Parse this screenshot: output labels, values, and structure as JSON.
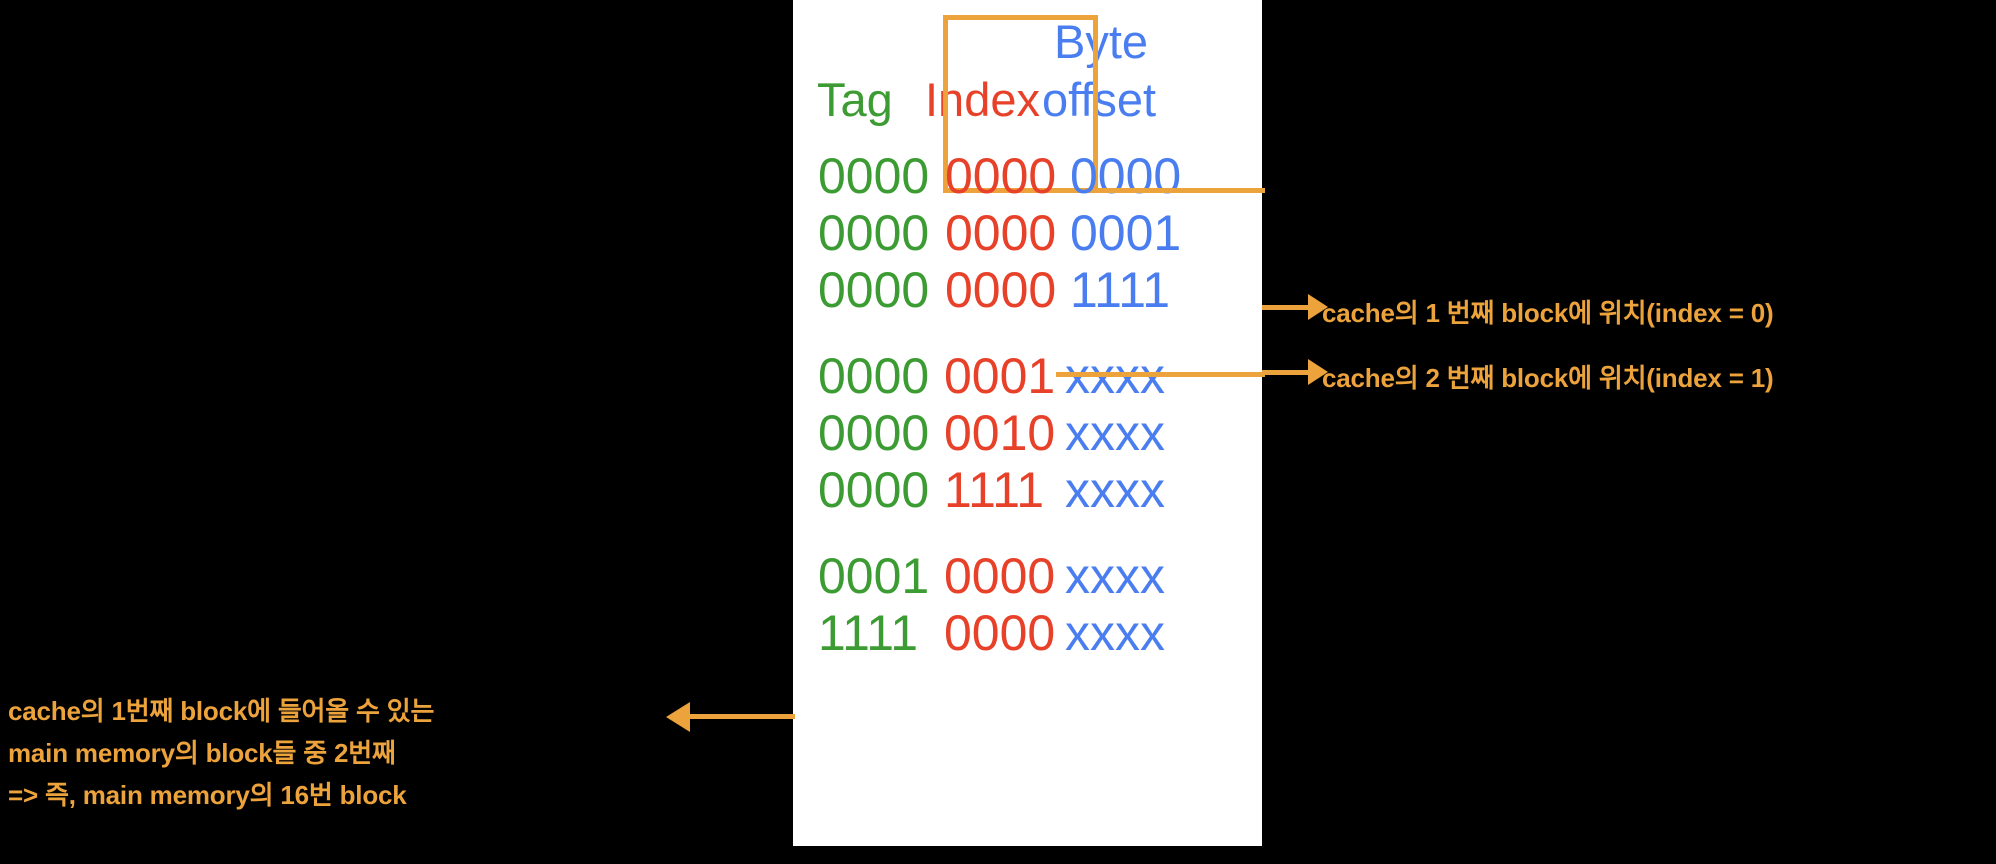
{
  "panel": {
    "background_color": "#ffffff",
    "page_background_color": "#000000"
  },
  "colors": {
    "tag": "#3c9c33",
    "index": "#e8412a",
    "offset": "#4a7ef0",
    "annotation": "#eda33c"
  },
  "headers": {
    "tag": "Tag",
    "index": "Index",
    "byte": "Byte",
    "offset": "offset"
  },
  "rows": [
    {
      "tag": "0000",
      "index": "0000",
      "offset": "0000"
    },
    {
      "tag": "0000",
      "index": "0000",
      "offset": "0001"
    },
    {
      "tag": "0000",
      "index": "0000",
      "offset": "1111"
    },
    {
      "tag": "0000",
      "index": "0001",
      "offset": "xxxx"
    },
    {
      "tag": "0000",
      "index": "0010",
      "offset": "xxxx"
    },
    {
      "tag": "0000",
      "index": "1111",
      "offset": "xxxx"
    },
    {
      "tag": "0001",
      "index": "0000",
      "offset": "xxxx"
    },
    {
      "tag": "1111",
      "index": "0000",
      "offset": "xxxx"
    }
  ],
  "annotations": {
    "right_1": "cache의 1 번째 block에 위치(index = 0)",
    "right_2": "cache의 2 번째 block에 위치(index = 1)",
    "bottom_left_line1": "cache의 1번째 block에 들어올 수 있는",
    "bottom_left_line2": "main memory의 block들 중 2번째",
    "bottom_left_line3": "=> 즉, main memory의 16번 block"
  }
}
